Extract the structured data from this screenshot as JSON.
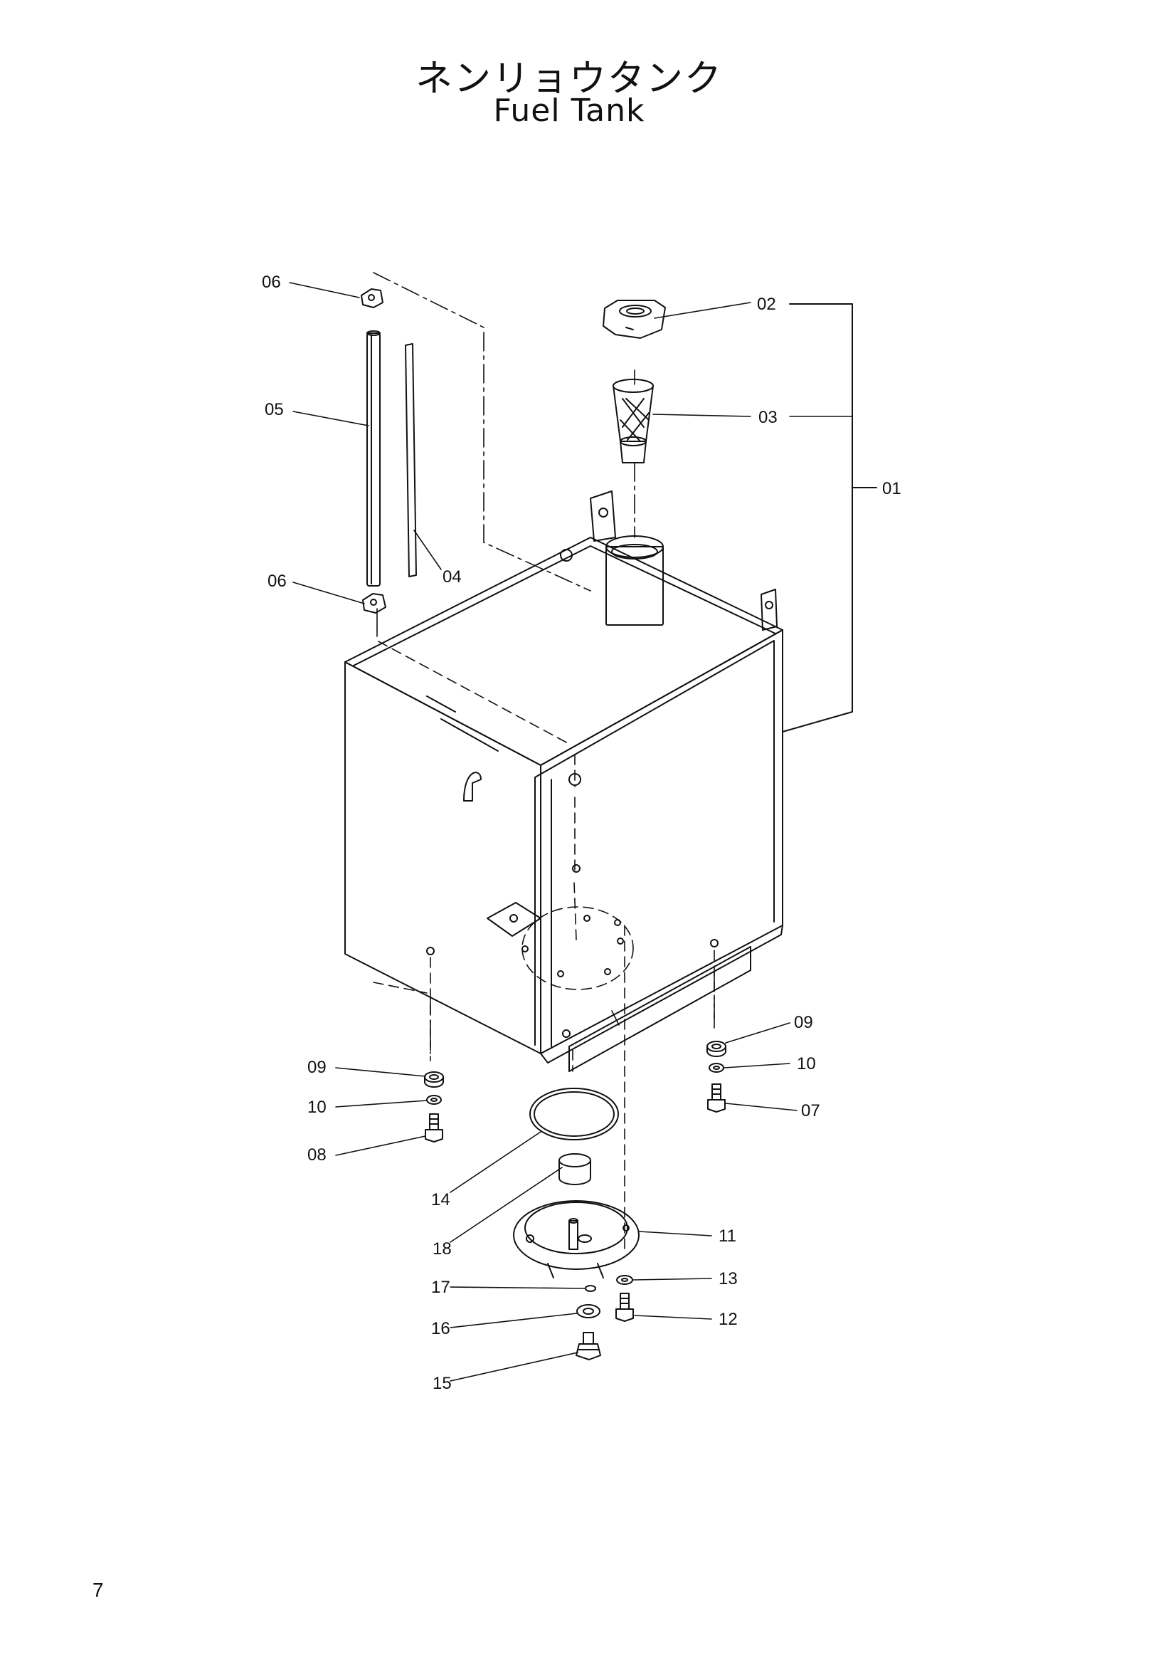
{
  "title": {
    "japanese": "ネンリョウタンク",
    "english": "Fuel Tank"
  },
  "page_number": "7",
  "callouts": {
    "c01": "01",
    "c02": "02",
    "c03": "03",
    "c04": "04",
    "c05": "05",
    "c06a": "06",
    "c06b": "06",
    "c07": "07",
    "c08": "08",
    "c09a": "09",
    "c09b": "09",
    "c10a": "10",
    "c10b": "10",
    "c11": "11",
    "c12": "12",
    "c13": "13",
    "c14": "14",
    "c15": "15",
    "c16": "16",
    "c17": "17",
    "c18": "18"
  }
}
